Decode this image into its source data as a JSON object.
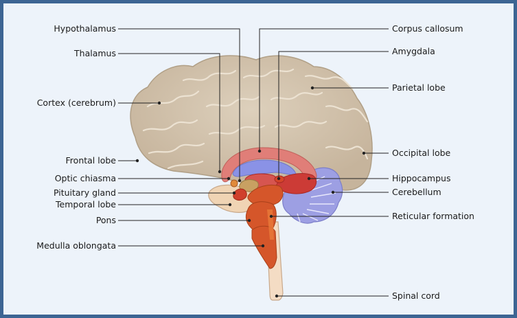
{
  "labels": {
    "hypothalamus": "Hypothalamus",
    "thalamus": "Thalamus",
    "cortex": "Cortex (cerebrum)",
    "frontal_lobe": "Frontal lobe",
    "optic_chiasma": "Optic chiasma",
    "pituitary_gland": "Pituitary gland",
    "temporal_lobe": "Temporal lobe",
    "pons": "Pons",
    "medulla_oblongata": "Medulla oblongata",
    "corpus_callosum": "Corpus callosum",
    "amygdala": "Amygdala",
    "parietal_lobe": "Parietal lobe",
    "occipital_lobe": "Occipital lobe",
    "hippocampus": "Hippocampus",
    "cerebellum": "Cerebellum",
    "reticular_formation": "Reticular formation",
    "spinal_cord": "Spinal cord"
  },
  "colors": {
    "background": "#edf3fa",
    "border": "#3d6593",
    "cortex": "#d2c2ac",
    "corpus_callosum": "#e07e78",
    "ventricle": "#8a92e6",
    "limbic": "#cc3b36",
    "brainstem": "#d5562a",
    "cerebellum": "#9d9fe3",
    "spinal_cord": "#f4dcc4"
  }
}
